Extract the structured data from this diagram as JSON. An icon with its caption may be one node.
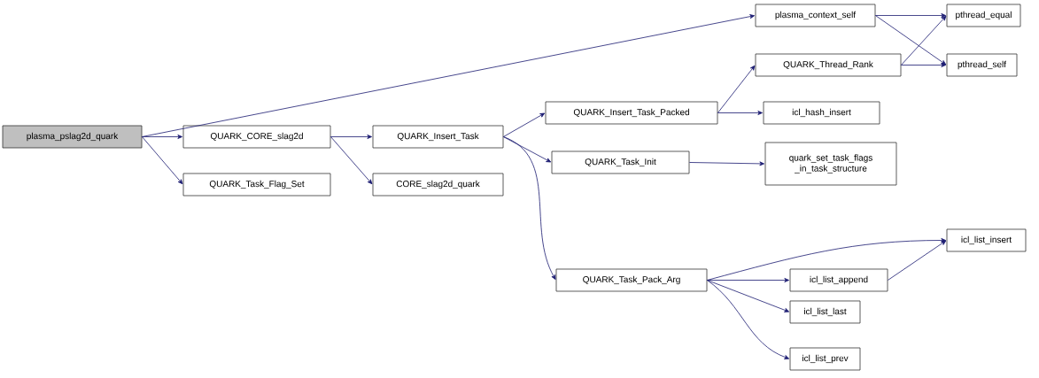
{
  "diagram": {
    "nodes": [
      {
        "text": [
          "plasma_pslag2d_quark"
        ]
      },
      {
        "text": [
          "plasma_context_self"
        ]
      },
      {
        "text": [
          "pthread_equal"
        ]
      },
      {
        "text": [
          "QUARK_Thread_Rank"
        ]
      },
      {
        "text": [
          "pthread_self"
        ]
      },
      {
        "text": [
          "QUARK_CORE_slag2d"
        ]
      },
      {
        "text": [
          "QUARK_Insert_Task"
        ]
      },
      {
        "text": [
          "QUARK_Insert_Task_Packed"
        ]
      },
      {
        "text": [
          "icl_hash_insert"
        ]
      },
      {
        "text": [
          "QUARK_Task_Init"
        ]
      },
      {
        "text": [
          "quark_set_task_flags _in_task_structure"
        ]
      },
      {
        "text": [
          "QUARK_Task_Flag_Set"
        ]
      },
      {
        "text": [
          "CORE_slag2d_quark"
        ]
      },
      {
        "text": [
          "QUARK_Task_Pack_Arg"
        ]
      },
      {
        "text": [
          "icl_list_insert"
        ]
      },
      {
        "text": [
          "icl_list_append"
        ]
      },
      {
        "text": [
          "icl_list_last"
        ]
      },
      {
        "text": [
          "icl_list_prev"
        ]
      }
    ],
    "edges": [
      {
        "from": 0,
        "to": 1,
        "arrow": "to"
      },
      {
        "from": 0,
        "to": 5,
        "arrow": "to"
      },
      {
        "from": 0,
        "to": 11,
        "arrow": "to"
      },
      {
        "from": 1,
        "to": 2,
        "arrow": "to"
      },
      {
        "from": 1,
        "to": 4,
        "arrow": "to"
      },
      {
        "from": 3,
        "to": 2,
        "arrow": "to"
      },
      {
        "from": 3,
        "to": 4,
        "arrow": "to"
      },
      {
        "from": 5,
        "to": 6,
        "arrow": "to"
      },
      {
        "from": 5,
        "to": 12,
        "arrow": "to"
      },
      {
        "from": 6,
        "to": 7,
        "arrow": "to"
      },
      {
        "from": 6,
        "to": 9,
        "arrow": "to"
      },
      {
        "from": 6,
        "to": 13,
        "arrow": "to"
      },
      {
        "from": 7,
        "to": 3,
        "arrow": "to"
      },
      {
        "from": 7,
        "to": 8,
        "arrow": "to"
      },
      {
        "from": 9,
        "to": 10,
        "arrow": "to"
      },
      {
        "from": 13,
        "to": 14,
        "arrow": "to"
      },
      {
        "from": 13,
        "to": 15,
        "arrow": "to"
      },
      {
        "from": 13,
        "to": 16,
        "arrow": "to"
      },
      {
        "from": 13,
        "to": 17,
        "arrow": "to"
      },
      {
        "from": 15,
        "to": 14,
        "arrow": "to"
      }
    ]
  }
}
